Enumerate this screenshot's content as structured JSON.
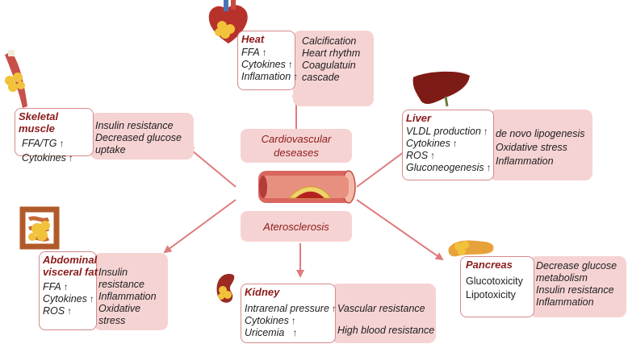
{
  "colors": {
    "arrow": "#e07b7b",
    "pink": "#f6d3d3",
    "title": "#8b1a1a",
    "border": "#d58a8a"
  },
  "center": {
    "top_label": "Cardiovascular deseases",
    "bottom_label": "Aterosclerosis"
  },
  "heart": {
    "title": "Heat",
    "factors": [
      "FFA",
      "Cytokines",
      "Inflamation"
    ],
    "effects": [
      "Calcification",
      "Heart rhythm",
      "Coagulatuin cascade"
    ]
  },
  "skeletal": {
    "title": "Skeletal muscle",
    "factors": [
      "FFA/TG",
      "Cytokines"
    ],
    "effects": [
      "Insulin resistance",
      "Decreased glucose uptake"
    ]
  },
  "liver": {
    "title": "Liver",
    "factors": [
      "VLDL production",
      "Cytokines",
      "ROS",
      "Gluconeogenesis"
    ],
    "effects": [
      "de novo lipogenesis",
      "Oxidative stress",
      "Inflammation"
    ]
  },
  "abdominal": {
    "title": "Abdominal visceral fat",
    "factors": [
      "FFA",
      "Cytokines",
      "ROS"
    ],
    "effects": [
      "Insulin resistance",
      "Inflammation",
      "Oxidative stress"
    ]
  },
  "kidney": {
    "title": "Kidney",
    "factors": [
      "Intrarenal pressure",
      "Cytokines",
      "Uricemia"
    ],
    "effects": [
      "Vascular resistance",
      "High blood resistance"
    ]
  },
  "pancreas": {
    "title": "Pancreas",
    "factors": [
      "Glucotoxicity",
      "Lipotoxicity"
    ],
    "effects": [
      "Decrease glucose metabolism",
      "Insulin resistance",
      "Inflammation"
    ]
  },
  "arrow_symbol": "↑"
}
